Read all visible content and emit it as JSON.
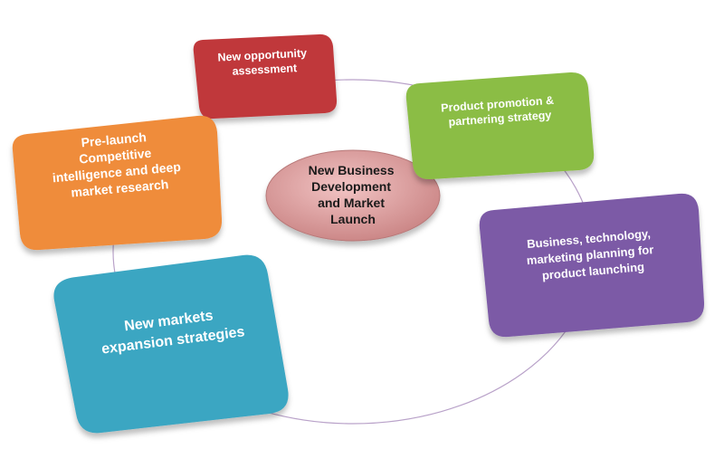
{
  "center": {
    "lines": [
      "New Business",
      "Development",
      "and Market",
      "Launch"
    ],
    "color": "#d99a9a"
  },
  "nodes": [
    {
      "id": "new-opportunity-assessment",
      "lines": [
        "New opportunity",
        "assessment"
      ],
      "color": "#c0393b"
    },
    {
      "id": "product-promotion-partnering",
      "lines": [
        "Product promotion &",
        "partnering strategy"
      ],
      "color": "#8bbd45"
    },
    {
      "id": "business-technology-marketing-planning",
      "lines": [
        "Business, technology,",
        "marketing planning for",
        "product launching"
      ],
      "color": "#7b5aa6"
    },
    {
      "id": "new-markets-expansion",
      "lines": [
        "New markets",
        "expansion strategies"
      ],
      "color": "#3aa6c2"
    },
    {
      "id": "pre-launch-competitive-intelligence",
      "lines": [
        "Pre-launch",
        "Competitive",
        "intelligence and deep",
        "market research"
      ],
      "color": "#ef8c3a"
    }
  ]
}
